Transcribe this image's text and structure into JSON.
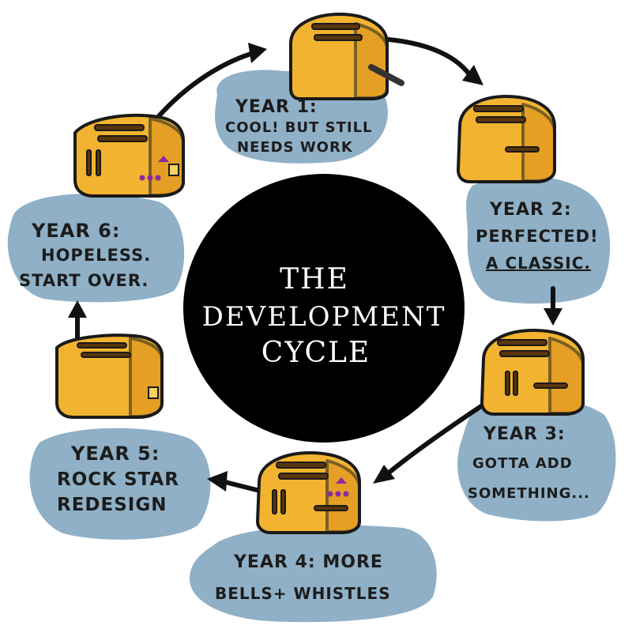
{
  "title": {
    "line1": "THE",
    "line2": "DEVELOPMENT",
    "line3": "CYCLE"
  },
  "stages": [
    {
      "heading": "YEAR 1:",
      "lines": [
        "COOL! BUT STILL",
        "NEEDS WORK"
      ]
    },
    {
      "heading": "YEAR 2:",
      "lines": [
        "PERFECTED!",
        "A CLASSIC."
      ]
    },
    {
      "heading": "YEAR 3:",
      "lines": [
        "GOTTA ADD",
        "SOMETHING..."
      ]
    },
    {
      "heading": "YEAR 4: MORE",
      "lines": [
        "BELLS+ WHISTLES"
      ]
    },
    {
      "heading": "YEAR 5:",
      "lines": [
        "ROCK STAR",
        "REDESIGN"
      ]
    },
    {
      "heading": "YEAR 6:",
      "lines": [
        "HOPELESS.",
        "START OVER."
      ]
    }
  ],
  "colors": {
    "blob": "#8fb0c6",
    "toaster": "#f2b430",
    "center": "#000000"
  }
}
